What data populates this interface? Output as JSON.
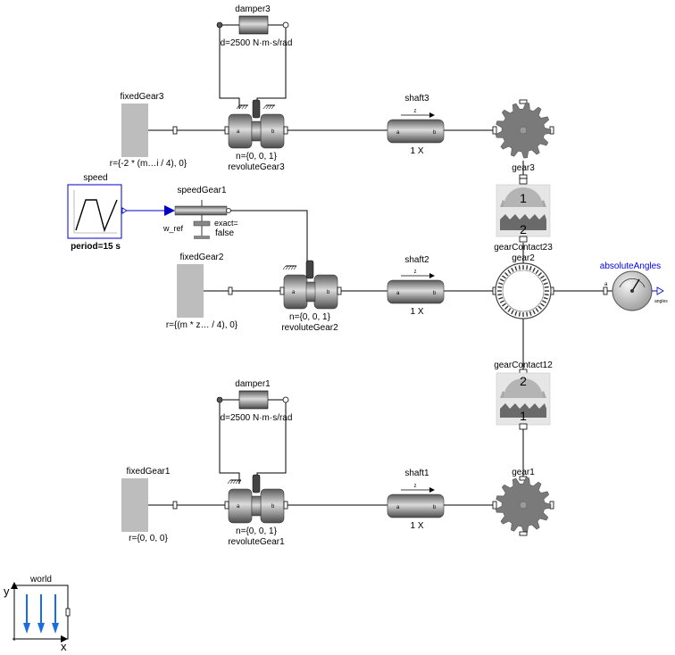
{
  "diagram": {
    "background": "#ffffff",
    "colors": {
      "wire": "#000000",
      "signal_wire": "#0000c8",
      "blue_text": "#0000ff",
      "world_arrow": "#1a6de0",
      "body_fill": "#a8a8a8",
      "body_dark": "#555555",
      "fixed_fill": "#bdbdbd"
    },
    "labels": {
      "damper3_name": "damper3",
      "damper3_param": "d=2500 N·m·s/rad",
      "fixedGear3_name": "fixedGear3",
      "fixedGear3_param": "r={-2 * (m…i / 4), 0}",
      "revoluteGear3_param": "n={0, 0, 1}",
      "revoluteGear3_name": "revoluteGear3",
      "shaft3_name": "shaft3",
      "shaft3_ratio": "1 X",
      "gear3_name": "gear3",
      "speed_name": "speed",
      "speed_param": "period=15 s",
      "speedGear1_name": "speedGear1",
      "speedGear1_wref": "w_ref",
      "speedGear1_exact1": "exact=",
      "speedGear1_exact2": "false",
      "gearContact23_name": "gearContact23",
      "gearContact23_port1": "1",
      "gearContact23_port2": "2",
      "gear2_name": "gear2",
      "fixedGear2_name": "fixedGear2",
      "fixedGear2_param": "r={(m * z… / 4), 0}",
      "revoluteGear2_param": "n={0, 0, 1}",
      "revoluteGear2_name": "revoluteGear2",
      "shaft2_name": "shaft2",
      "shaft2_ratio": "1 X",
      "absoluteAngles_name": "absoluteAngles",
      "absoluteAngles_out": "angles",
      "gearContact12_name": "gearContact12",
      "gearContact12_port2": "2",
      "gearContact12_port1": "1",
      "damper1_name": "damper1",
      "damper1_param": "d=2500 N·m·s/rad",
      "fixedGear1_name": "fixedGear1",
      "fixedGear1_param": "r={0, 0, 0}",
      "revoluteGear1_param": "n={0, 0, 1}",
      "revoluteGear1_name": "revoluteGear1",
      "shaft1_name": "shaft1",
      "shaft1_ratio": "1 X",
      "gear1_name": "gear1",
      "world_name": "world",
      "world_y": "y",
      "world_x": "x",
      "joint_a": "a",
      "joint_b": "b",
      "shaft_z": "z"
    }
  }
}
